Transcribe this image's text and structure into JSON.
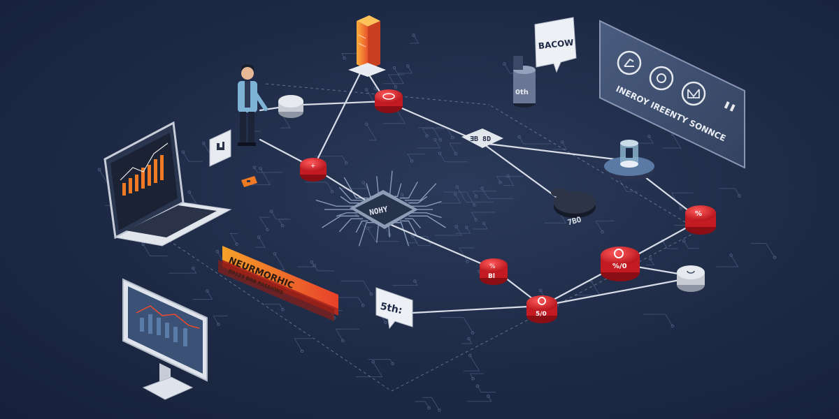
{
  "colors": {
    "background": "#1f2b47",
    "circuit": "#4a5a7d",
    "link": "#d8dde8",
    "node_red": "#e0242b",
    "banner_orange": "#f57c1f",
    "panel": "#3a4b6c"
  },
  "labels": {
    "chip": "NOHY",
    "speech_bubble_top": "BACOW",
    "panel_text": "INEROY IREENTY SONNCE",
    "cylinder_label": "0th",
    "chip_small_a": "ƎB 8D",
    "disk_label": "7BO",
    "node_mid_label": "Bl",
    "banner_main": "NEURMORHIC",
    "banner_sub": "E0123 BRB PASSIONS",
    "speech_bubble_bottom": "5th:",
    "node_right_label": "%",
    "node_pct_a": "5/0",
    "node_pct_b": "%/0"
  },
  "icons": [
    "person-icon",
    "laptop-icon",
    "monitor-icon",
    "speech-bubble-icon",
    "database-icon",
    "switch-icon",
    "chip-icon",
    "banner-icon",
    "key-icon",
    "settings-panel-icon"
  ]
}
